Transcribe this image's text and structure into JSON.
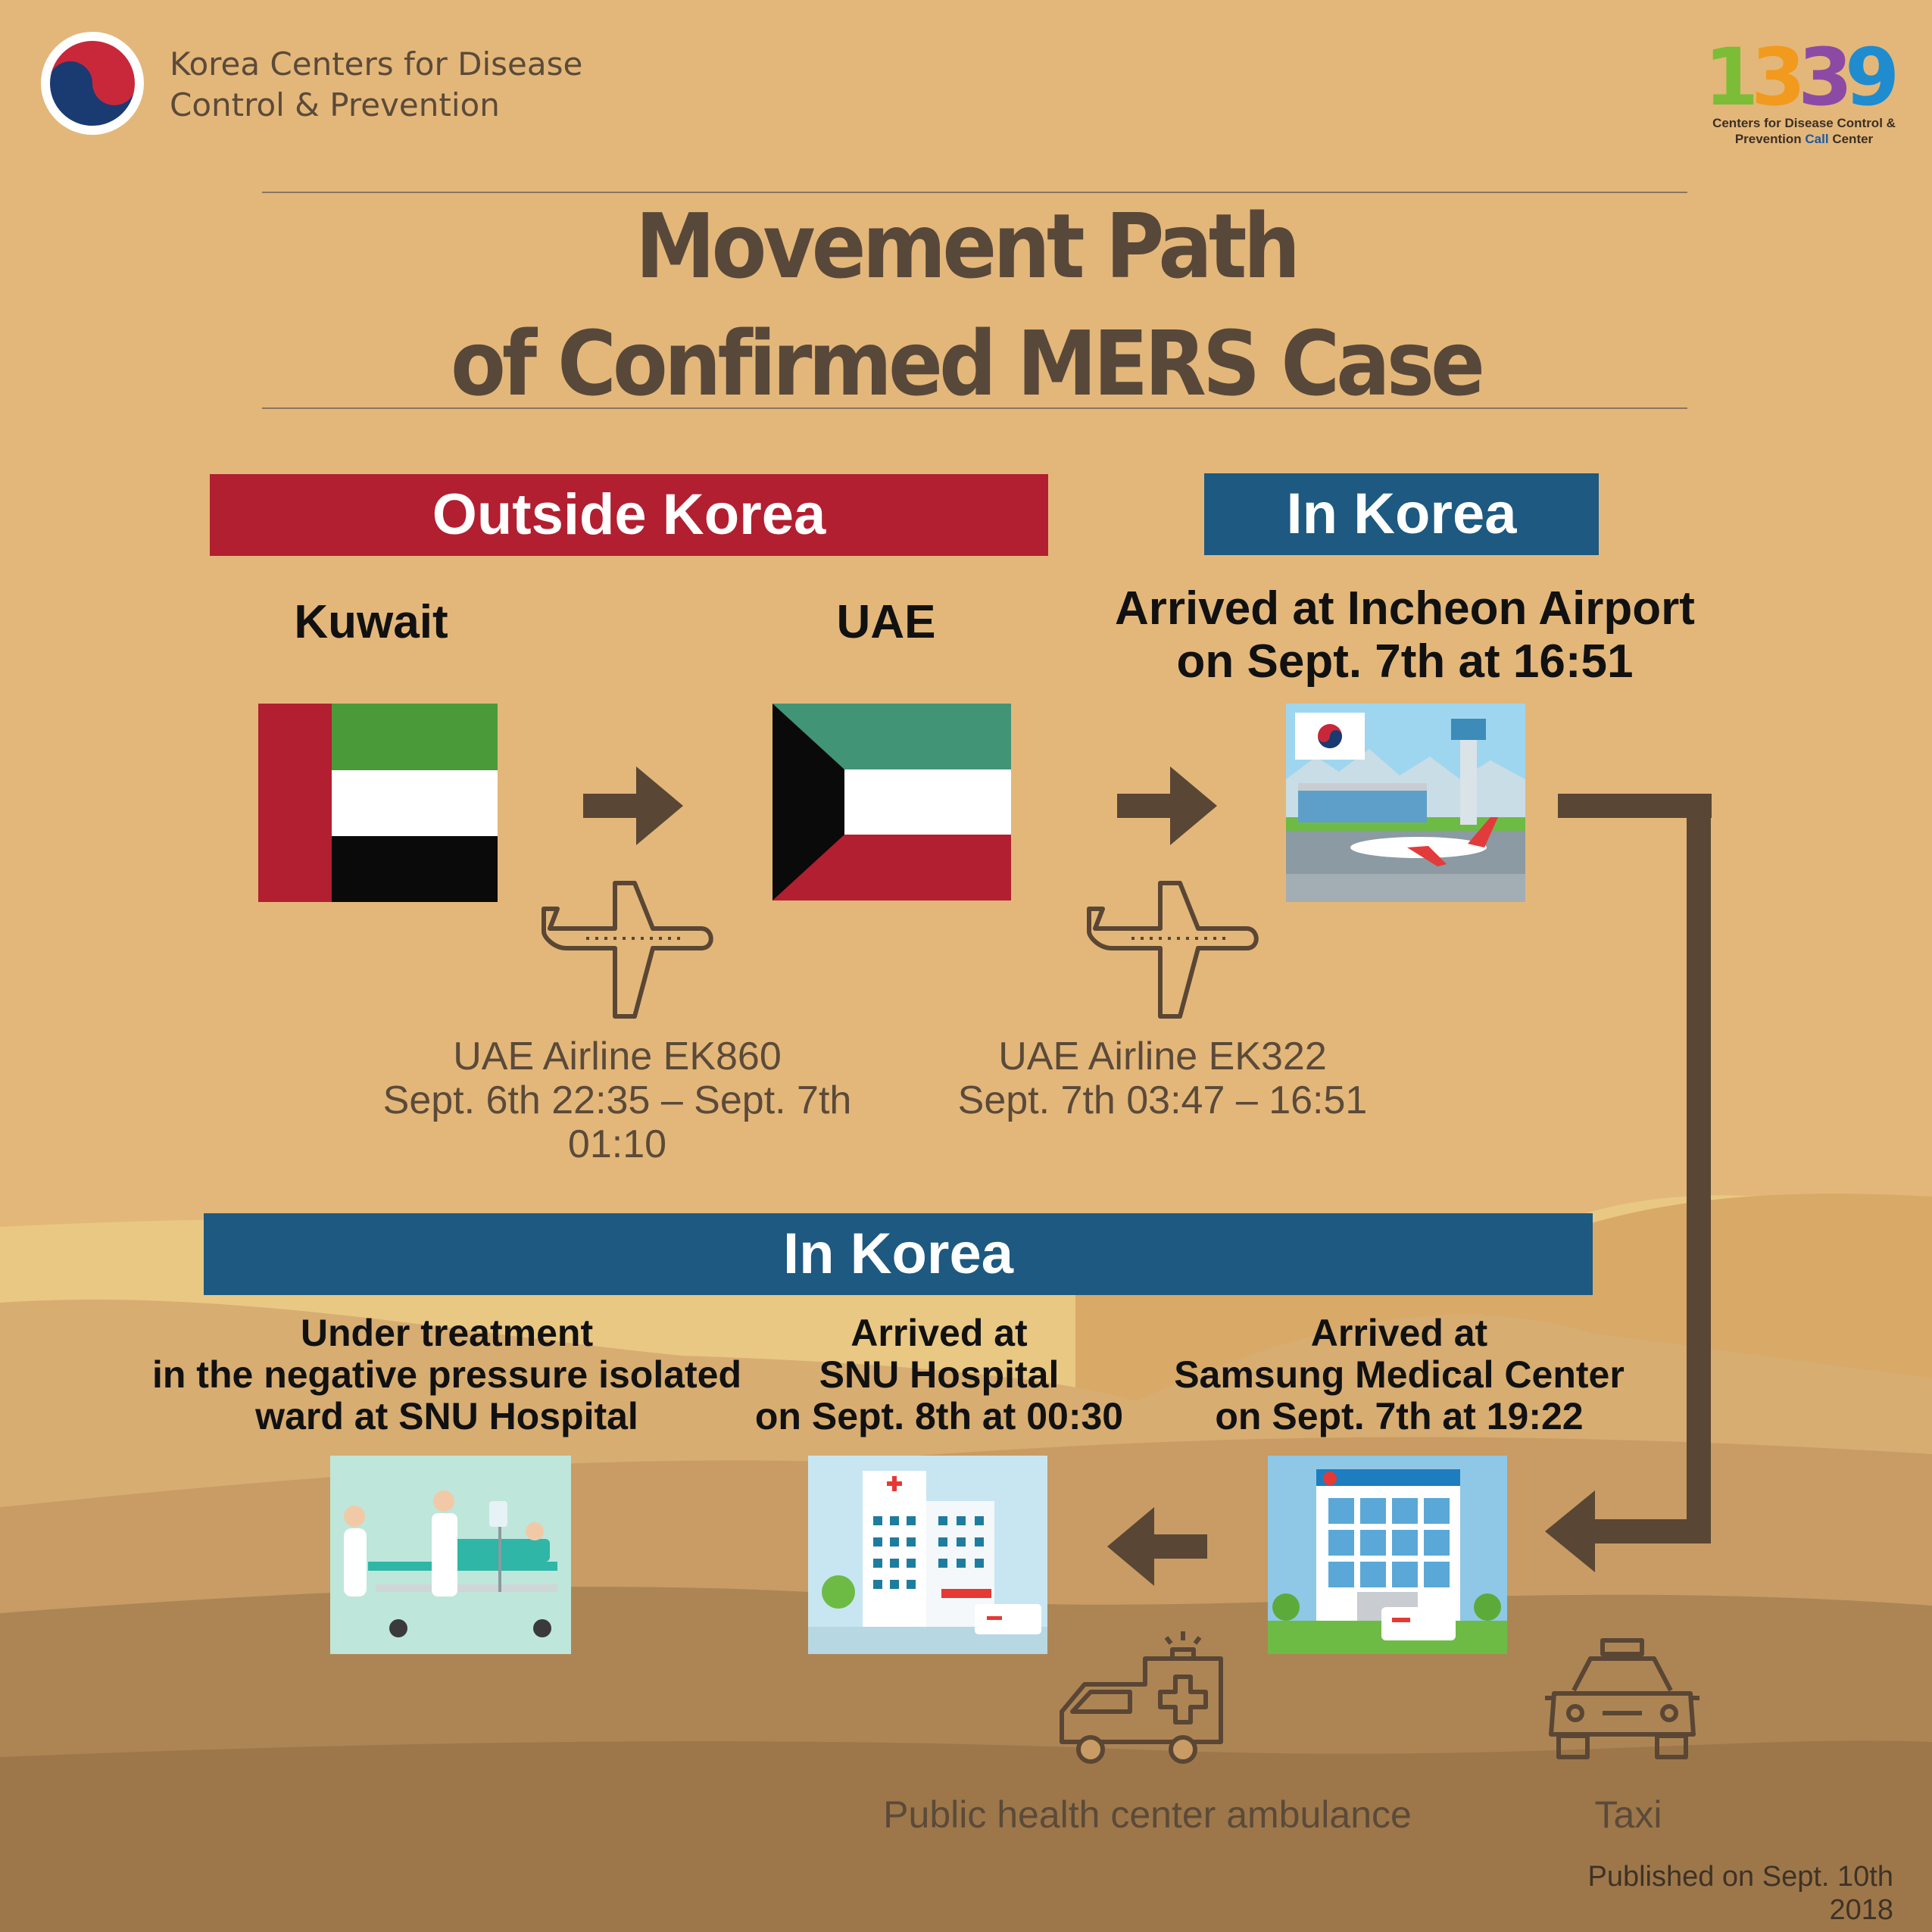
{
  "header": {
    "org_line1": "Korea Centers for Disease",
    "org_line2": "Control & Prevention",
    "callcenter_number": "1339",
    "callcenter_line1": "Centers for Disease Control &",
    "callcenter_line2_pre": "Prevention",
    "callcenter_line2_call": "Call",
    "callcenter_line2_post": "Center"
  },
  "title": {
    "line1": "Movement Path",
    "line2": "of Confirmed MERS Case"
  },
  "sections": {
    "outside": "Outside Korea",
    "in_korea_top": "In Korea",
    "in_korea_bottom": "In Korea"
  },
  "stops": {
    "kuwait": "Kuwait",
    "uae": "UAE",
    "incheon_line1": "Arrived at Incheon Airport",
    "incheon_line2": "on Sept. 7th at 16:51",
    "samsung_line1": "Arrived at",
    "samsung_line2": "Samsung Medical Center",
    "samsung_line3": "on Sept. 7th at 19:22",
    "snu_line1": "Arrived at",
    "snu_line2": "SNU Hospital",
    "snu_line3": "on Sept. 8th at 00:30",
    "treat_line1": "Under treatment",
    "treat_line2": "in the negative pressure isolated",
    "treat_line3": "ward at SNU Hospital"
  },
  "flights": {
    "f1_line1": "UAE Airline EK860",
    "f1_line2": "Sept. 6th 22:35 – Sept. 7th 01:10",
    "f2_line1": "UAE Airline EK322",
    "f2_line2": "Sept. 7th 03:47 – 16:51"
  },
  "vehicles": {
    "ambulance": "Public health center ambulance",
    "taxi": "Taxi"
  },
  "footer": {
    "published": "Published on Sept. 10th 2018"
  },
  "colors": {
    "background": "#e3b77a",
    "outside_banner": "#b21f30",
    "korea_banner": "#1d5980",
    "arrow": "#5a4634",
    "title": "#58483a"
  }
}
